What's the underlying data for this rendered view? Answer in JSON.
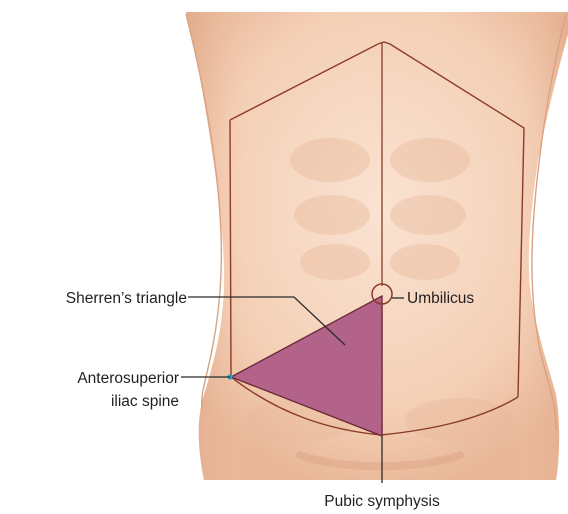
{
  "labels": {
    "sherrens_triangle": "Sherren’s triangle",
    "umbilicus": "Umbilicus",
    "asis_line1": "Anterosuperior",
    "asis_line2": "iliac spine",
    "pubic_symphysis": "Pubic symphysis"
  },
  "colors": {
    "skin": "#f5d3bb",
    "skin_shadow": "#e7b597",
    "outline": "#8a3c27",
    "triangle_fill": "#b3628a",
    "leader": "#2b2b2b",
    "asis_dot": "#1fa0c8"
  }
}
